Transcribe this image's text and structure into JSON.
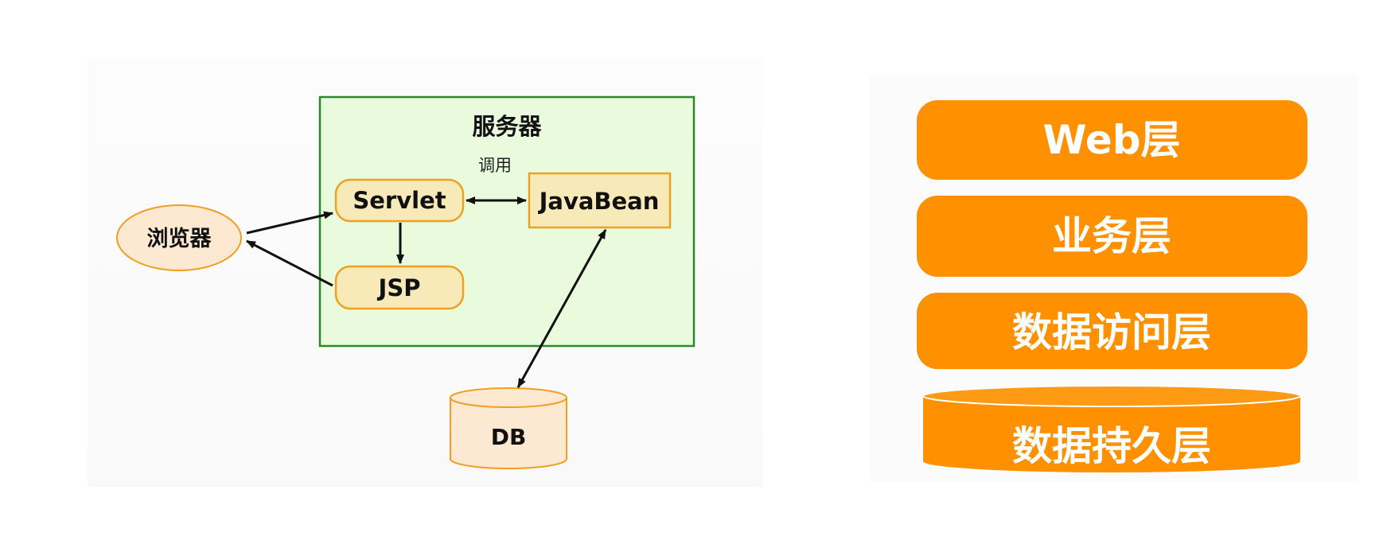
{
  "architecture": {
    "server_title": "服务器",
    "call_label": "调用",
    "browser": "浏览器",
    "servlet": "Servlet",
    "javabean": "JavaBean",
    "jsp": "JSP",
    "db": "DB"
  },
  "layers": {
    "web": "Web层",
    "business": "业务层",
    "data_access": "数据访问层",
    "persistence": "数据持久层"
  },
  "colors": {
    "server_fill": "#e9fbdc",
    "server_border": "#2a8a2a",
    "node_fill": "#f7eab8",
    "node_border": "#f0a020",
    "db_fill": "#fde8d2",
    "layer_orange": "#ff9000"
  }
}
